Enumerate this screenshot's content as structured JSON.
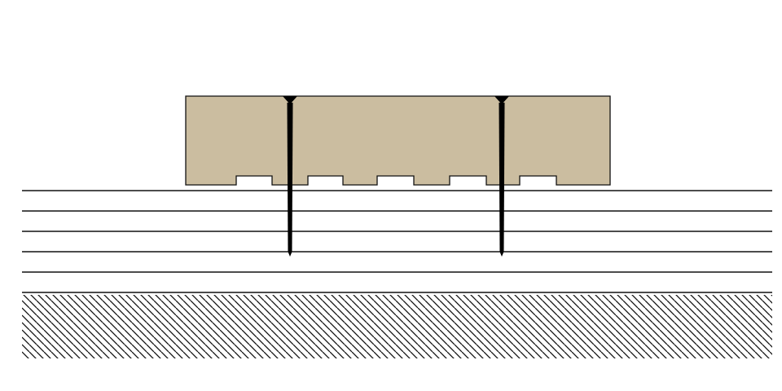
{
  "diagram": {
    "colors": {
      "background": "#ffffff",
      "board_fill": "#cbbda0",
      "outline": "#111111",
      "screw": "#000000",
      "layer_line": "#111111",
      "hatch": "#111111"
    },
    "components": {
      "board": "grooved-board",
      "screws": [
        "screw",
        "screw"
      ],
      "layers": "substrate-layers",
      "ground": "hatched-ground"
    }
  }
}
